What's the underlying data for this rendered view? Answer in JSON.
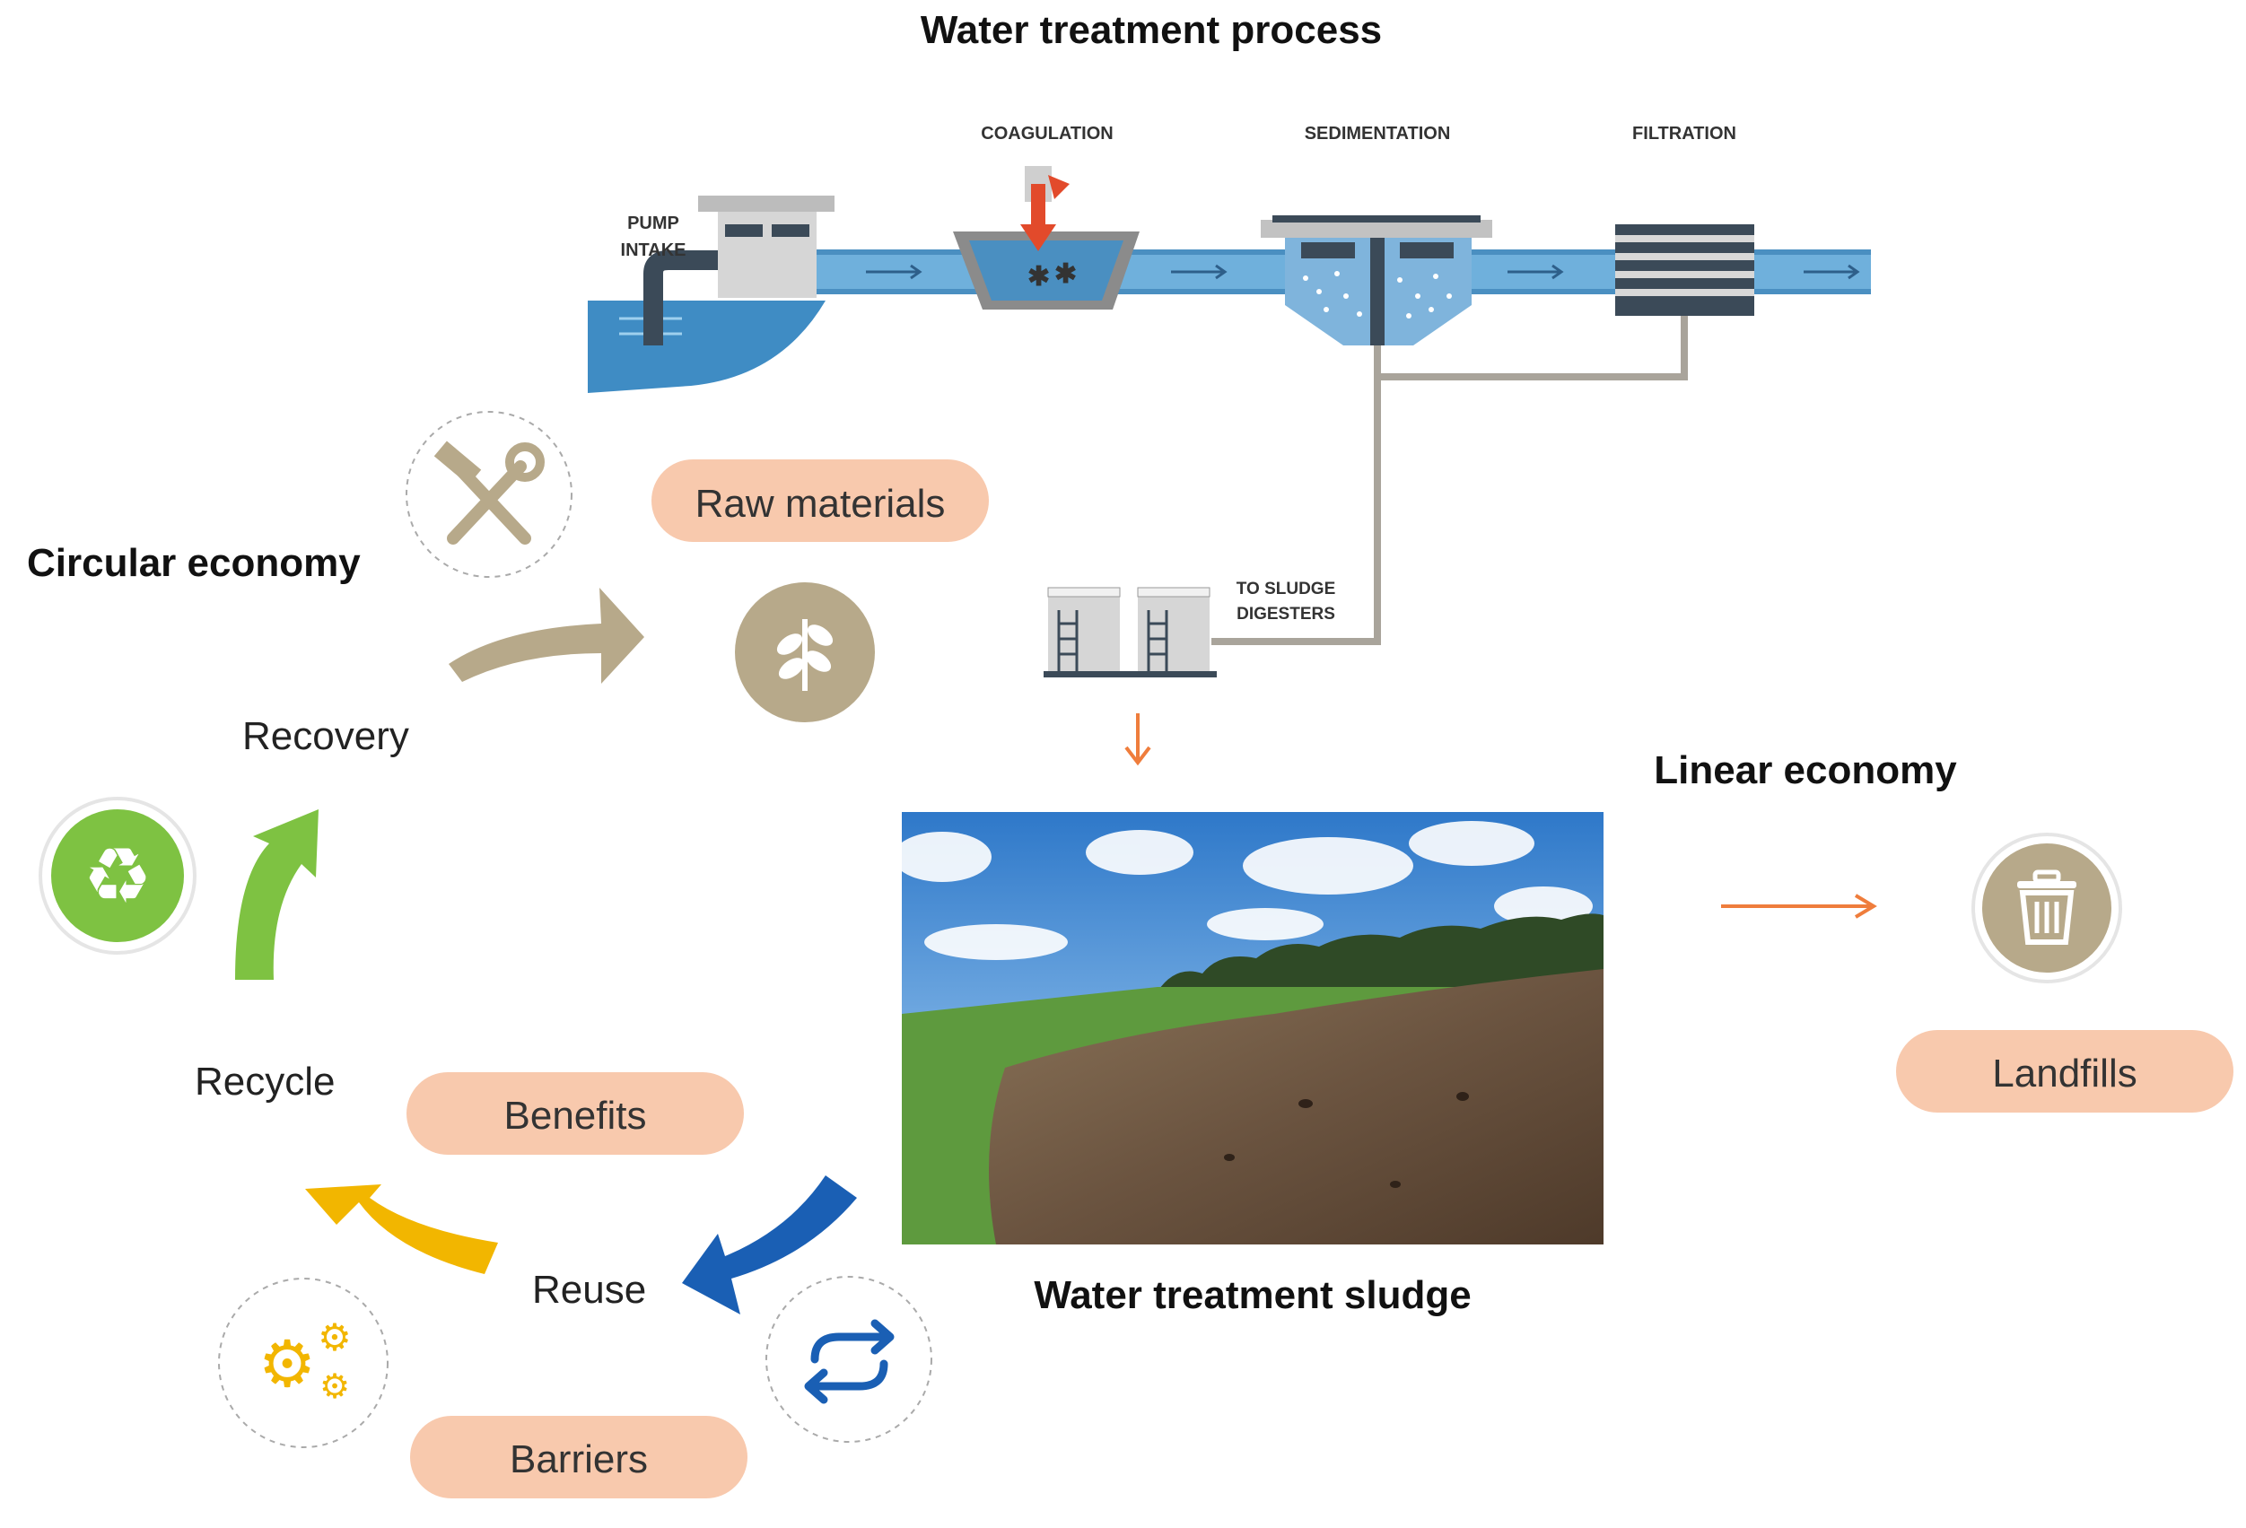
{
  "diagram": {
    "title": "Water treatment process",
    "process": {
      "pump_intake": [
        "PUMP",
        "INTAKE"
      ],
      "coagulation": "COAGULATION",
      "sedimentation": "SEDIMENTATION",
      "filtration": "FILTRATION",
      "sludge_digesters": [
        "TO SLUDGE",
        "DIGESTERS"
      ]
    },
    "circular": {
      "heading": "Circular economy",
      "recovery": "Recovery",
      "recycle": "Recycle",
      "reuse": "Reuse",
      "raw_materials": "Raw materials",
      "benefits": "Benefits",
      "barriers": "Barriers"
    },
    "linear": {
      "heading": "Linear economy",
      "landfills": "Landfills"
    },
    "sludge_caption": "Water treatment sludge",
    "icons": [
      "tools-icon",
      "leaf-icon",
      "recycle-icon",
      "gears-icon",
      "swap-arrows-icon",
      "trash-icon"
    ],
    "colors": {
      "water": "#4a8fc1",
      "water_light": "#6fb0dc",
      "pill": "#f8c9ad",
      "tan": "#b7a98a",
      "green": "#7ec242",
      "yellow": "#f2b600",
      "blue": "#1a5fb4",
      "orange": "#ef7d3c",
      "gray_pipe": "#a9a49b"
    }
  }
}
